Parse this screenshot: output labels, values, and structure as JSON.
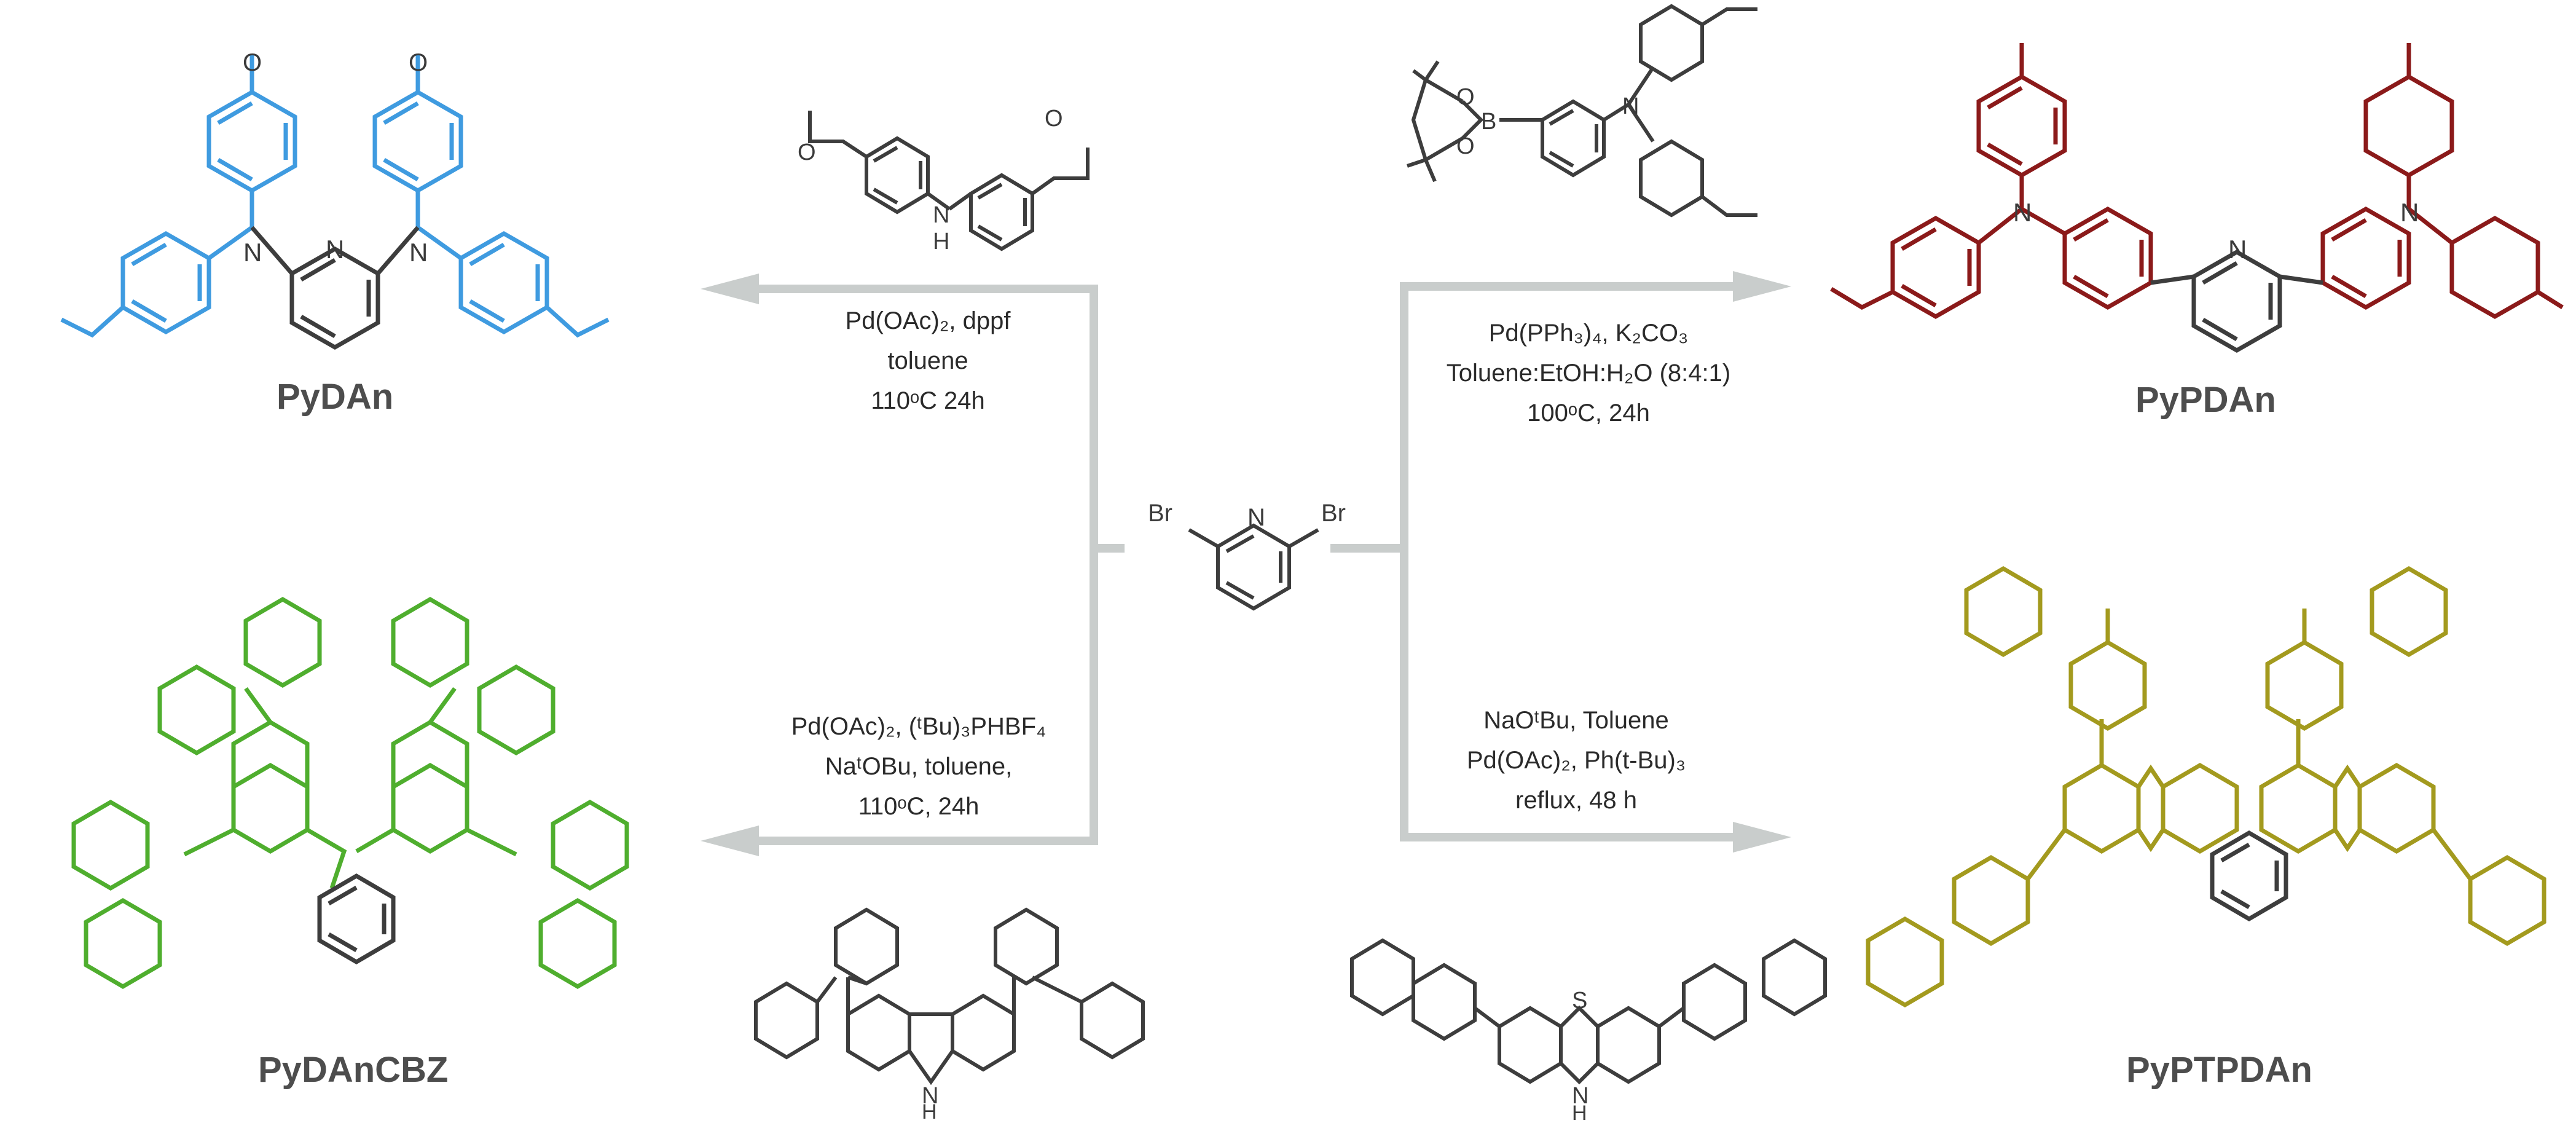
{
  "colors": {
    "pydan": "#3f9be0",
    "pypdan": "#8b1a1a",
    "pydancbz": "#4fae2e",
    "pyptpdan": "#a39a1e",
    "core": "#3d3d3d",
    "arrow": "#c9cdcc"
  },
  "atoms": {
    "N": "N",
    "NH": "H",
    "Br": "Br",
    "B": "B",
    "S": "S",
    "O": "O"
  },
  "products": {
    "pydan": {
      "name": "PyDAn"
    },
    "pypdan": {
      "name": "PyPDAn"
    },
    "pydancbz": {
      "name": "PyDAnCBZ"
    },
    "pyptpdan": {
      "name": "PyPTPDAn"
    }
  },
  "conditions": {
    "top_left": [
      "Pd(OAc)₂, dppf",
      "toluene",
      "110ᵒC 24h"
    ],
    "top_right": [
      "Pd(PPh₃)₄, K₂CO₃",
      "Toluene:EtOH:H₂O (8:4:1)",
      "100ᵒC, 24h"
    ],
    "bottom_left": [
      "Pd(OAc)₂, (ᵗBu)₃PHBF₄",
      "NaᵗOBu, toluene,",
      "110ᵒC, 24h"
    ],
    "bottom_right": [
      "NaOᵗBu, Toluene",
      "Pd(OAc)₂, Ph(t-Bu)₃",
      "reflux, 48 h"
    ]
  }
}
